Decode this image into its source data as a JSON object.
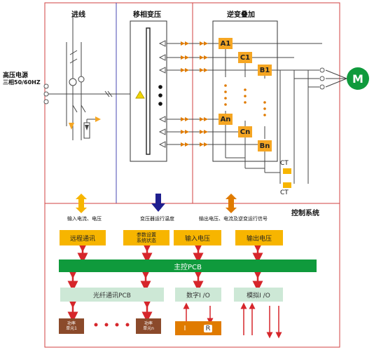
{
  "sections": {
    "input": "进线",
    "transformer": "移相变压",
    "inverter": "逆变叠加",
    "control": "控制系统"
  },
  "hv_source": {
    "line1": "高压电源",
    "line2": "三相50/60HZ"
  },
  "motor_label": "M",
  "cells": [
    "A1",
    "C1",
    "B1",
    "An",
    "Cn",
    "Bn"
  ],
  "ct_labels": [
    "CT",
    "CT"
  ],
  "signals": {
    "input": "输入电流、电压",
    "transformer": "变压器运行温度",
    "output": "输出电压、电流及逆变运行信号"
  },
  "control_boxes": {
    "remote": "远程通讯",
    "params_line1": "参数设置",
    "params_line2": "系统状态",
    "input_voltage": "输入电压",
    "output_voltage": "输出电压",
    "main_pcb": "主控PCB",
    "fiber_pcb": "光纤通讯PCB",
    "digital_io": "数字I /O",
    "analog_io": "模拟I /O",
    "power_unit1_line1": "功率",
    "power_unit1_line2": "单元1",
    "power_unitn_line1": "功率",
    "power_unitn_line2": "单元n",
    "io_i": "I",
    "io_r": "R"
  },
  "colors": {
    "red_border": "#d04040",
    "blue_border": "#4a4ab0",
    "orange": "#f5a623",
    "green": "#0f9a3c",
    "red_arrow": "#d6262b",
    "navy_arrow": "#1f1f8f"
  }
}
